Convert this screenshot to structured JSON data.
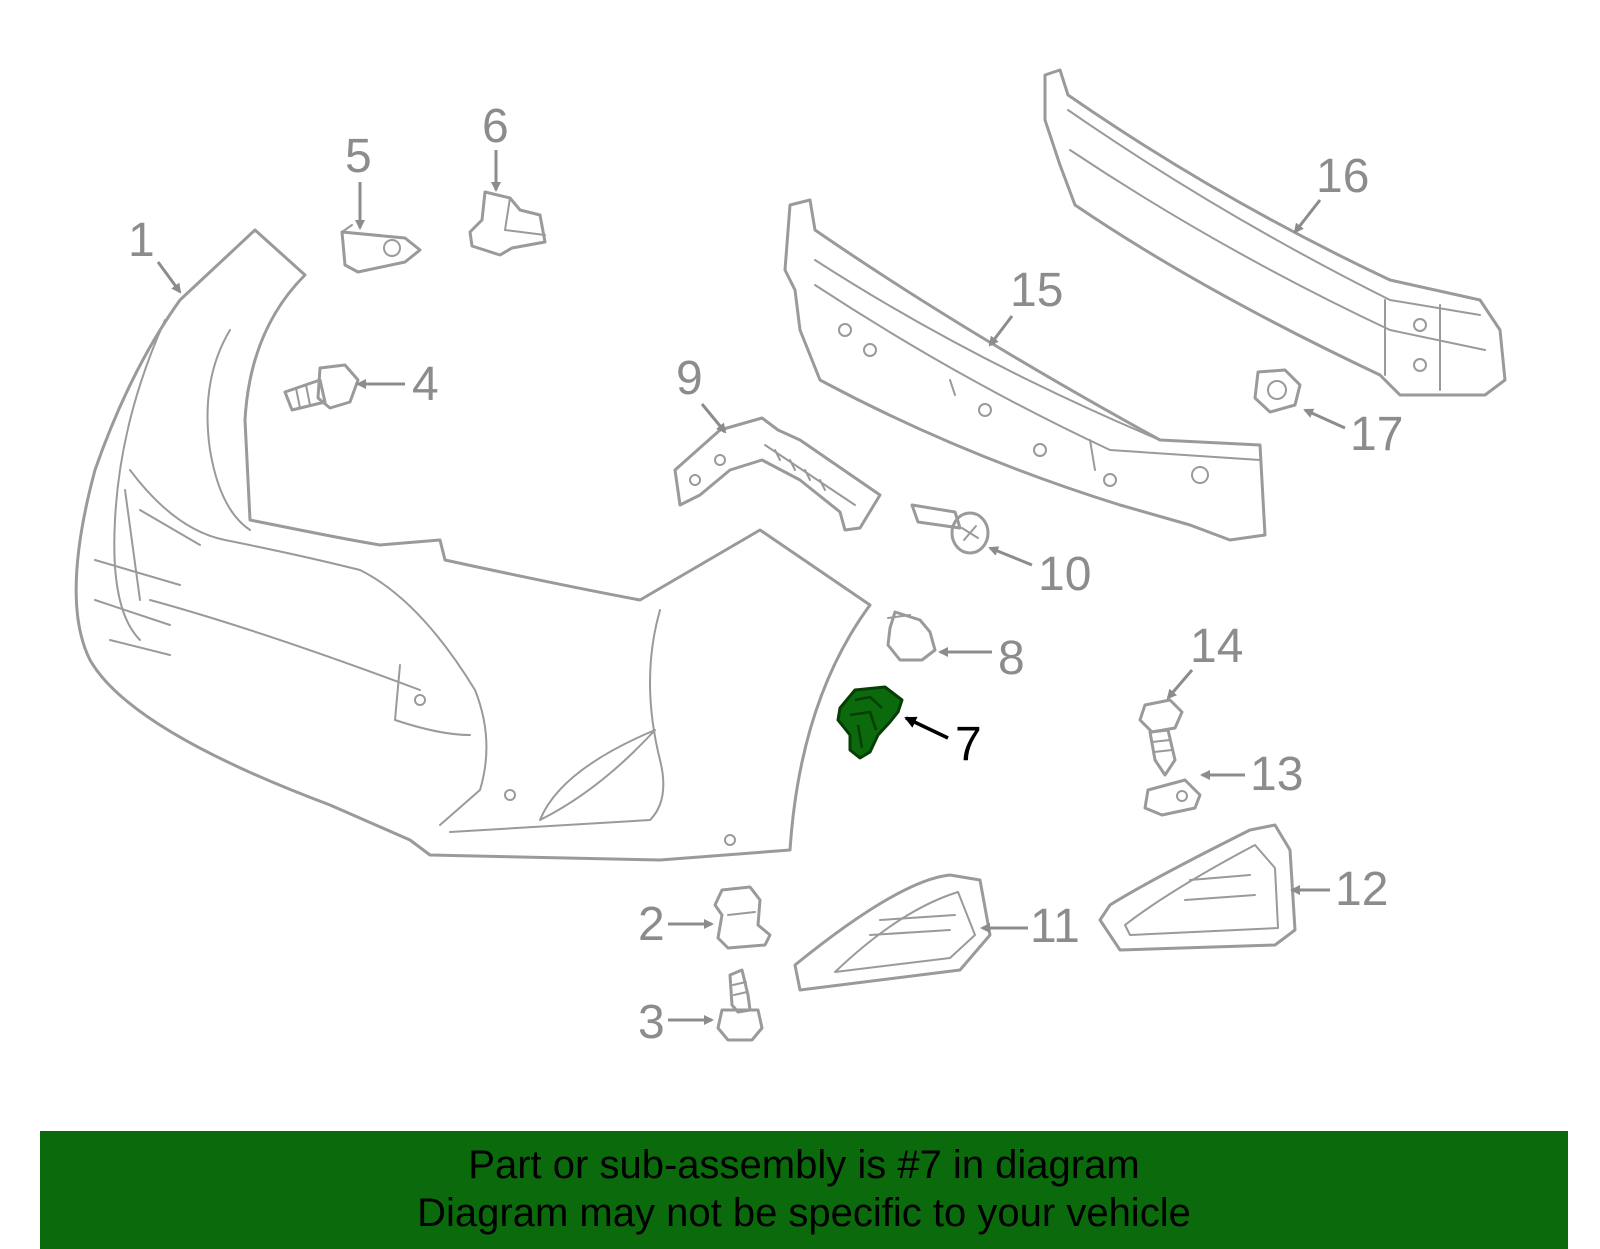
{
  "callouts": {
    "c1": "1",
    "c2": "2",
    "c3": "3",
    "c4": "4",
    "c5": "5",
    "c6": "6",
    "c7": "7",
    "c8": "8",
    "c9": "9",
    "c10": "10",
    "c11": "11",
    "c12": "12",
    "c13": "13",
    "c14": "14",
    "c15": "15",
    "c16": "16",
    "c17": "17"
  },
  "highlighted_part": "7",
  "banner": {
    "line1": "Part or sub-assembly is #7 in diagram",
    "line2": "Diagram may not be specific to your vehicle"
  },
  "colors": {
    "highlight": "#0b6a0b",
    "banner_bg": "#0b6a0b",
    "linework": "#9a9a9a"
  },
  "icons": [
    "arrow-icon"
  ]
}
